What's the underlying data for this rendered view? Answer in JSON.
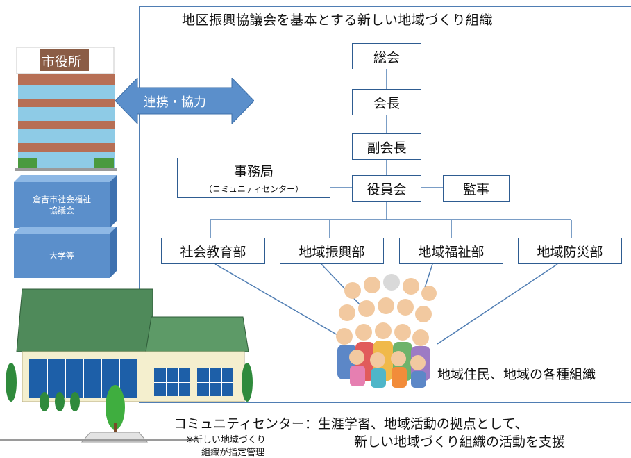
{
  "title": "地区振興協議会を基本とする新しい地域づくり組織",
  "org": {
    "general_assembly": "総会",
    "chairman": "会長",
    "vice_chairman": "副会長",
    "executive_board": "役員会",
    "auditor": "監事",
    "secretariat": "事務局",
    "secretariat_sub": "（コミュニティセンター）",
    "departments": [
      "社会教育部",
      "地域振興部",
      "地域福祉部",
      "地域防災部"
    ]
  },
  "city_hall_sign": "市役所",
  "cooperation_arrow": "連携・協力",
  "partners": [
    "倉吉市社会福祉\n協議会",
    "大学等"
  ],
  "residents_label": "地域住民、地域の各種組織",
  "community_center": {
    "caption_line1": "コミュニティセンター：生涯学習、地域活動の拠点として、",
    "caption_line2": "新しい地域づくり組織の活動を支援",
    "note_line1": "※新しい地域づくり",
    "note_line2": "組織が指定管理"
  },
  "colors": {
    "accent_blue": "#4f7db3",
    "box_border": "#2e5c91",
    "roof_green": "#4f8a5a"
  }
}
